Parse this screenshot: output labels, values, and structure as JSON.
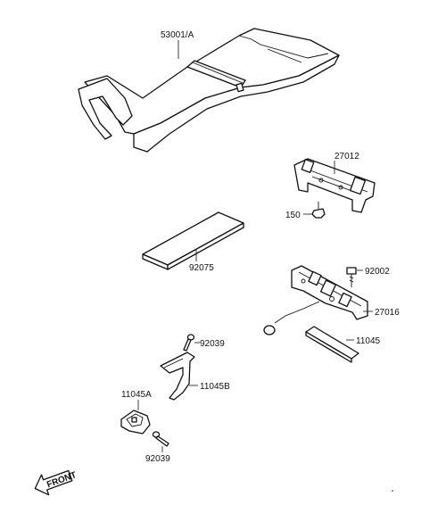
{
  "parts": {
    "seat": "53001/A",
    "seat_hook": "27012",
    "hook_bolt": "150",
    "pad": "92075",
    "lock_bolt": "92002",
    "seat_lock": "27016",
    "plate": "11045",
    "rivet_upper": "92039",
    "bracket": "11045B",
    "guide": "11045A",
    "rivet_lower": "92039"
  },
  "front_arrow": "FRONT"
}
